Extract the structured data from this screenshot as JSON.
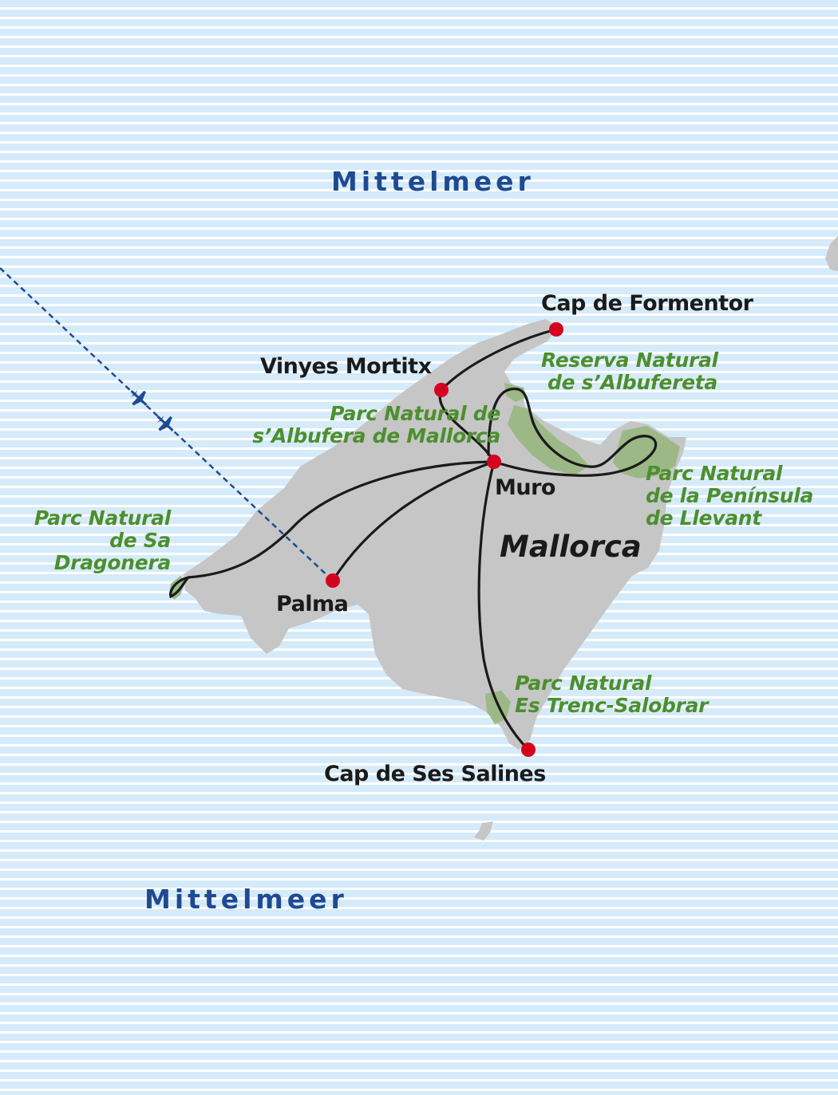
{
  "map": {
    "sea_north": "Mittelmeer",
    "sea_south": "Mittelmeer",
    "island_name": "Mallorca",
    "places": {
      "cap_formentor": "Cap de Formentor",
      "vinyes_mortitx": "Vinyes Mortitx",
      "muro": "Muro",
      "palma": "Palma",
      "cap_ses_salines": "Cap de Ses Salines"
    },
    "parks": {
      "albufereta": [
        "Reserva Natural",
        "de s’Albufereta"
      ],
      "albufera": [
        "Parc Natural de",
        "s’Albufera de Mallorca"
      ],
      "llevant": [
        "Parc Natural",
        "de la Península",
        "de Llevant"
      ],
      "dragonera": [
        "Parc Natural",
        "de Sa",
        "Dragonera"
      ],
      "es_trenc": [
        "Parc Natural",
        "Es Trenc-Salobrar"
      ]
    },
    "colors": {
      "sea": "#d6ebf9",
      "land": "#c6c6c6",
      "park_area": "#9cb886",
      "route": "#1a1a1a",
      "stop": "#d4001f",
      "flight": "#1f4a93",
      "sea_label": "#1f4a93",
      "park_label": "#4c8f2e"
    },
    "icons": {
      "flight_route": "dashed-line-airplane-icon",
      "stop_marker": "red-dot-icon"
    }
  }
}
